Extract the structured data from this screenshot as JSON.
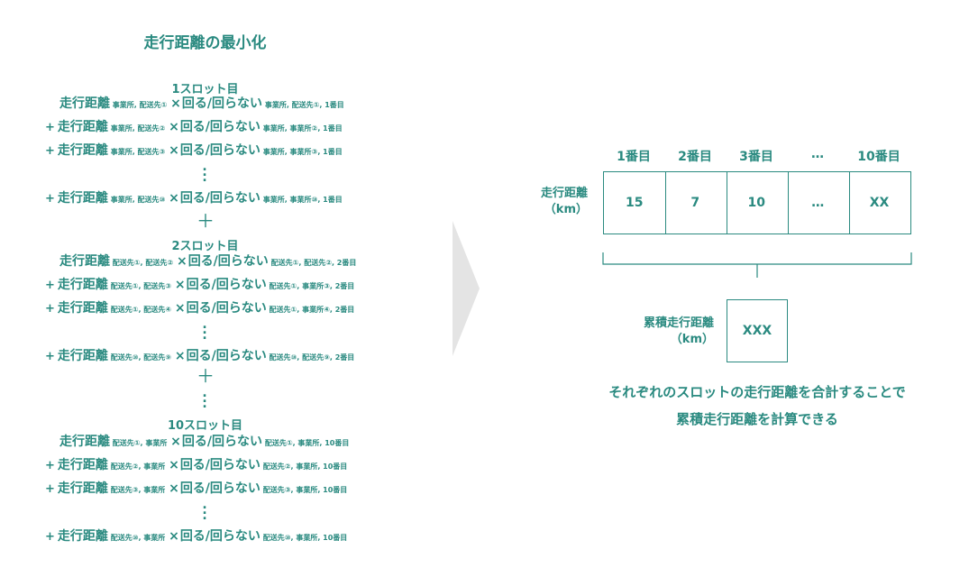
{
  "title": "走行距離の最小化",
  "plus_symbol": "+",
  "plus_center": "＋",
  "times_symbol": "×",
  "vdots": "⋮",
  "slots": [
    {
      "header": "1スロット目",
      "rows": [
        {
          "leading_plus": false,
          "a": "走行距離",
          "a_sub": "事業所, 配送先①",
          "b": "回る/回らない",
          "b_sub": "事業所, 配送先①, 1番目"
        },
        {
          "leading_plus": true,
          "a": "走行距離",
          "a_sub": "事業所, 配送先②",
          "b": "回る/回らない",
          "b_sub": "事業所, 事業所②, 1番目"
        },
        {
          "leading_plus": true,
          "a": "走行距離",
          "a_sub": "事業所, 配送先③",
          "b": "回る/回らない",
          "b_sub": "事業所, 事業所③, 1番目"
        },
        {
          "leading_plus": true,
          "a": "走行距離",
          "a_sub": "事業所, 配送先⑩",
          "b": "回る/回らない",
          "b_sub": "事業所, 事業所⑩, 1番目"
        }
      ]
    },
    {
      "header": "2スロット目",
      "rows": [
        {
          "leading_plus": false,
          "a": "走行距離",
          "a_sub": "配送先①, 配送先②",
          "b": "回る/回らない",
          "b_sub": "配送先①, 配送先②, 2番目"
        },
        {
          "leading_plus": true,
          "a": "走行距離",
          "a_sub": "配送先①, 配送先③",
          "b": "回る/回らない",
          "b_sub": "配送先①, 事業所③, 2番目"
        },
        {
          "leading_plus": true,
          "a": "走行距離",
          "a_sub": "配送先①, 配送先④",
          "b": "回る/回らない",
          "b_sub": "配送先①, 事業所④, 2番目"
        },
        {
          "leading_plus": true,
          "a": "走行距離",
          "a_sub": "配送先⑩, 配送先⑨",
          "b": "回る/回らない",
          "b_sub": "配送先⑩, 配送先⑨, 2番目"
        }
      ]
    },
    {
      "header": "10スロット目",
      "rows": [
        {
          "leading_plus": false,
          "a": "走行距離",
          "a_sub": "配送先①, 事業所",
          "b": "回る/回らない",
          "b_sub": "配送先①, 事業所, 10番目"
        },
        {
          "leading_plus": true,
          "a": "走行距離",
          "a_sub": "配送先②, 事業所",
          "b": "回る/回らない",
          "b_sub": "配送先②, 事業所, 10番目"
        },
        {
          "leading_plus": true,
          "a": "走行距離",
          "a_sub": "配送先③, 事業所",
          "b": "回る/回らない",
          "b_sub": "配送先③, 事業所, 10番目"
        },
        {
          "leading_plus": true,
          "a": "走行距離",
          "a_sub": "配送先⑩, 事業所",
          "b": "回る/回らない",
          "b_sub": "配送先⑩, 事業所, 10番目"
        }
      ]
    }
  ],
  "table": {
    "row_label_line1": "走行距離",
    "row_label_line2": "（km）",
    "columns": [
      "1番目",
      "2番目",
      "3番目",
      "…",
      "10番目"
    ],
    "values": [
      "15",
      "7",
      "10",
      "…",
      "XX"
    ]
  },
  "total": {
    "label_line1": "累積走行距離",
    "label_line2": "（km）",
    "value": "XXX"
  },
  "caption_line1": "それぞれのスロットの走行距離を合計することで",
  "caption_line2": "累積走行距離を計算できる",
  "colors": {
    "accent": "#2a8a80",
    "arrow": "#e4e4e4"
  }
}
